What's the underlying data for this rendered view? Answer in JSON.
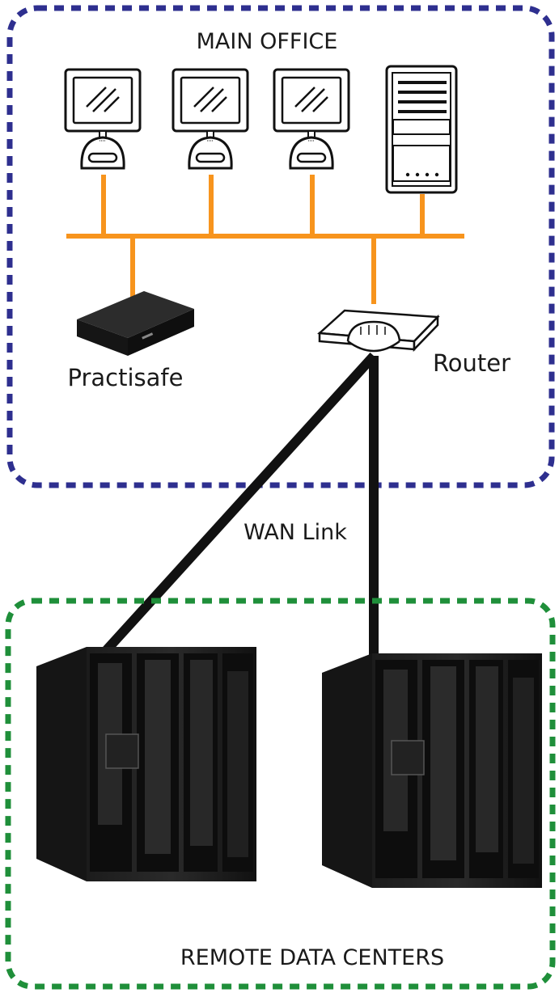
{
  "main_office": {
    "title": "MAIN OFFICE",
    "border_color": "#2e2f8f",
    "lan_color": "#f7941d",
    "devices": {
      "workstation_count": 3,
      "server_icon": "server-tower-icon",
      "practisafe_label": "Practisafe",
      "router_label": "Router"
    }
  },
  "wan": {
    "label": "WAN Link",
    "color": "#111111"
  },
  "remote": {
    "title": "REMOTE DATA CENTERS",
    "border_color": "#1f8f3a",
    "rack_icon": "server-rack-icon",
    "rack_count": 2
  }
}
